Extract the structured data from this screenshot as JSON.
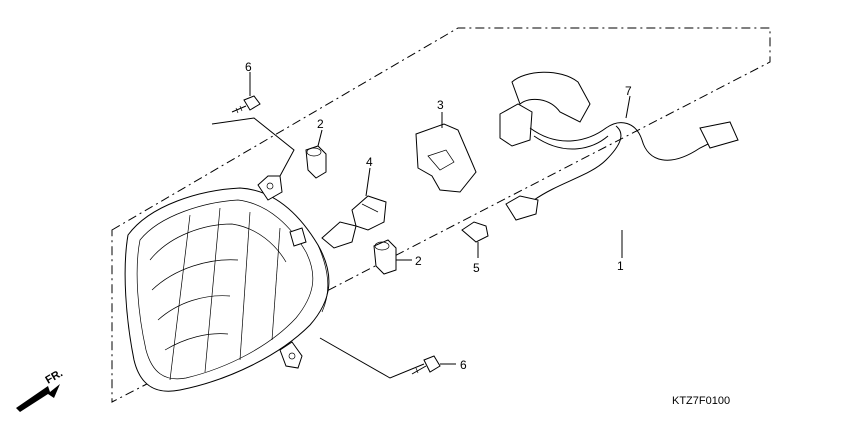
{
  "diagram": {
    "callouts": {
      "headlight_assy": "1",
      "socket_cover_upper": "2",
      "socket_cover_lower": "2",
      "retainer": "3",
      "bulb": "4",
      "position_bulb": "5",
      "screw_upper": "6",
      "screw_lower": "6",
      "wire_harness": "7"
    },
    "direction_label": "FR.",
    "diagram_code": "KTZ7F0100"
  }
}
